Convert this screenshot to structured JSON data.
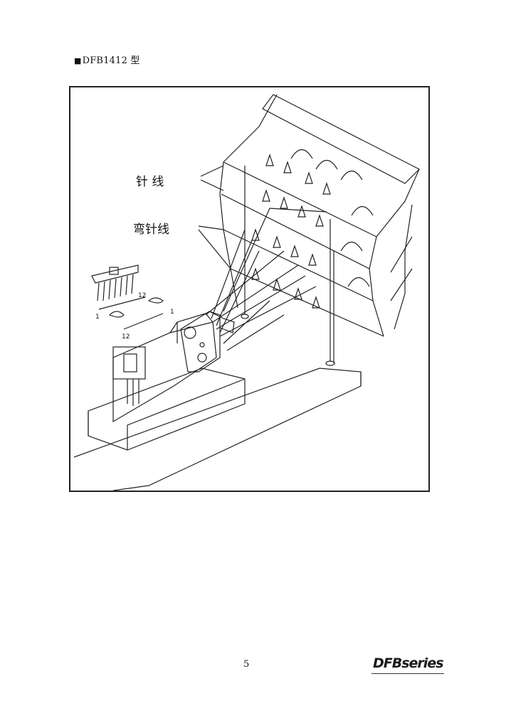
{
  "header": {
    "marker": "■",
    "model": "DFB1412 型"
  },
  "figure": {
    "labels": {
      "needle_thread": "针  线",
      "looper_thread": "弯针线"
    },
    "small_numbers": [
      "12",
      "1",
      "1",
      "12"
    ]
  },
  "footer": {
    "page_number": "5",
    "brand": "DFBseries"
  }
}
